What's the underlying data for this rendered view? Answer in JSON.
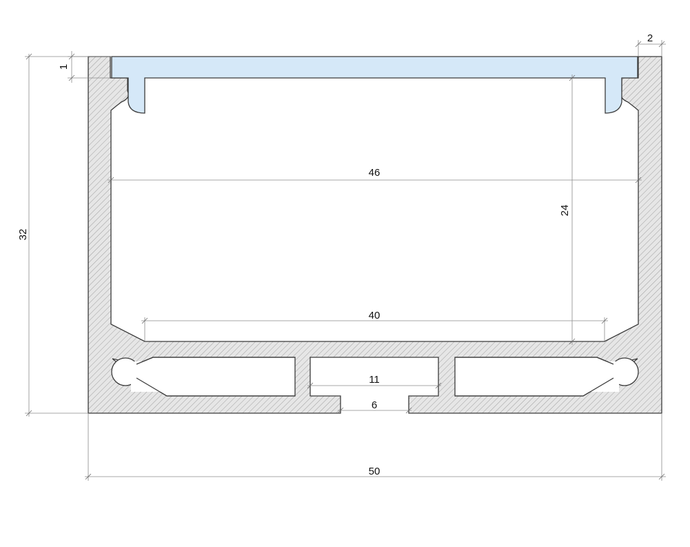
{
  "drawing": {
    "colors": {
      "profile_fill": "#e6e6e6",
      "hatch": "#9e9e9e",
      "diffuser_fill": "#d5e8f8",
      "outline": "#3a3a3a",
      "dimension_line": "#8a8a8a"
    },
    "dimensions": {
      "overall_width": "50",
      "overall_height": "32",
      "inner_width": "46",
      "inner_bottom_width": "40",
      "inner_height": "24",
      "wall_thickness": "2",
      "cover_thickness": "1",
      "mount_channel_width": "11",
      "mount_slot_width": "6"
    }
  }
}
